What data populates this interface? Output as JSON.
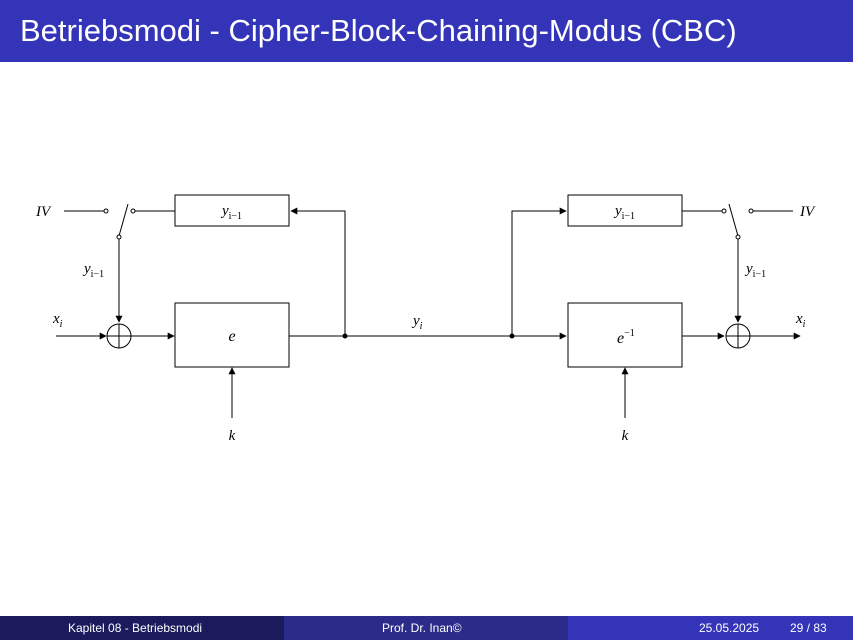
{
  "slide": {
    "title": "Betriebsmodi - Cipher-Block-Chaining-Modus (CBC)"
  },
  "diagram": {
    "encrypt": {
      "iv_label": "IV",
      "register_label_base": "y",
      "register_label_sub": "i−1",
      "feedback_label_base": "y",
      "feedback_label_sub": "i−1",
      "input_label_base": "x",
      "input_label_sub": "i",
      "cipher_label": "e",
      "key_label": "k"
    },
    "channel": {
      "label_base": "y",
      "label_sub": "i"
    },
    "decrypt": {
      "iv_label": "IV",
      "register_label_base": "y",
      "register_label_sub": "i−1",
      "feedback_label_base": "y",
      "feedback_label_sub": "i−1",
      "output_label_base": "x",
      "output_label_sub": "i",
      "cipher_label_base": "e",
      "cipher_label_sup": "−1",
      "key_label": "k"
    }
  },
  "footer": {
    "chapter": "Kapitel 08 - Betriebsmodi",
    "author": "Prof. Dr. Inan©",
    "date": "25.05.2025",
    "page": "29 / 83"
  }
}
